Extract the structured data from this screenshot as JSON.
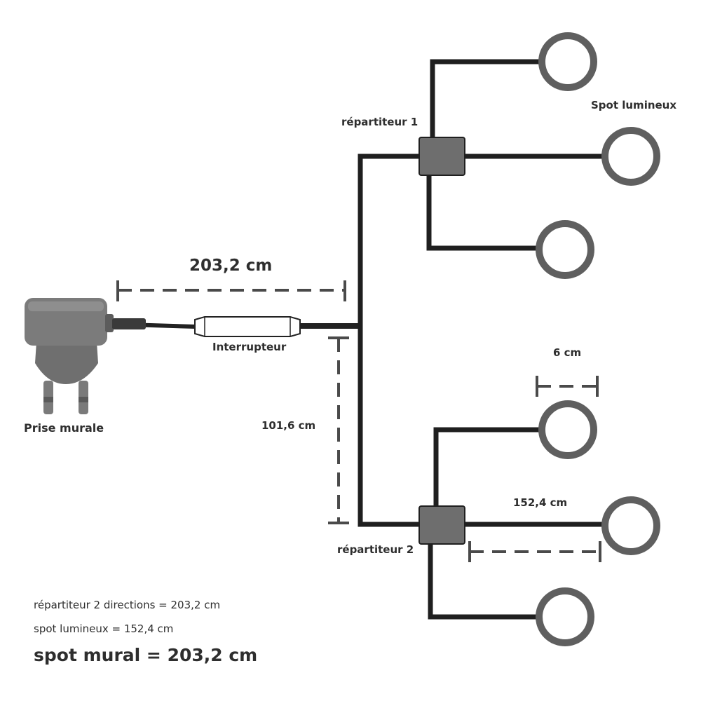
{
  "labels": {
    "plug": "Prise murale",
    "switch": "Interrupteur",
    "splitter1": "répartiteur 1",
    "splitter2": "répartiteur 2",
    "spot": "Spot lumineux"
  },
  "dimensions": {
    "main_cable": "203,2 cm",
    "branch": "101,6 cm",
    "spot_diameter": "6 cm",
    "spot_cable": "152,4 cm"
  },
  "legend": {
    "splitter_2dir": "répartiteur 2 directions = 203,2 cm",
    "spot_light": "spot lumineux = 152,4 cm",
    "wall_spot": "spot mural = 203,2 cm"
  },
  "colors": {
    "cable": "#1f1f1f",
    "device": "#6e6e6e",
    "dimension_line": "#4a4a4a",
    "text": "#2e2e2e"
  }
}
